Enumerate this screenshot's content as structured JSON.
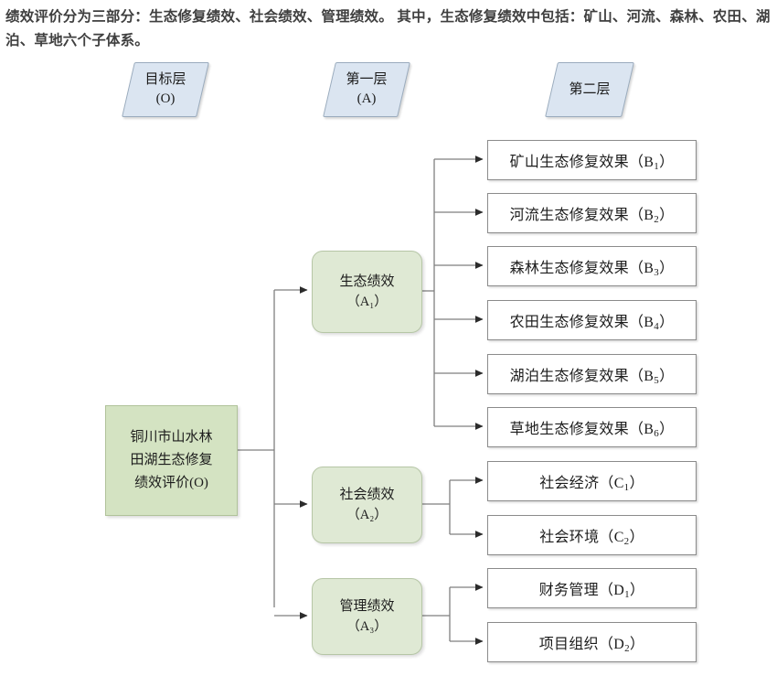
{
  "caption": "绩效评价分为三部分：生态修复绩效、社会绩效、管理绩效。 其中，生态修复绩效中包括：矿山、河流、森林、农田、湖泊、草地六个子体系。",
  "colors": {
    "header_fill": "#dbe5f1",
    "header_stroke": "#9aabbd",
    "node_fill": "#dfe9d4",
    "root_fill": "#d4e3c2",
    "node_stroke": "#b6c6a6",
    "leaf_fill": "#ffffff",
    "leaf_stroke": "#8b8b8b",
    "connector": "#7f7f7f"
  },
  "header_labels": [
    {
      "line1": "目标层",
      "line2": "(O)"
    },
    {
      "line1": "第一层",
      "line2": "(A)"
    },
    {
      "line1": "第二层",
      "line2": ""
    }
  ],
  "root": {
    "line1": "铜川市山水林",
    "line2": "田湖生态修复",
    "line3": "绩效评价(O)",
    "code": "O"
  },
  "level_a": [
    {
      "label": "生态绩效",
      "code": "A",
      "index": "1",
      "sub": "（A₁）"
    },
    {
      "label": "社会绩效",
      "code": "A",
      "index": "2",
      "sub": "（A₂）"
    },
    {
      "label": "管理绩效",
      "code": "A",
      "index": "3",
      "sub": "（A₃）"
    }
  ],
  "level_b": {
    "ecological": [
      {
        "label": "矿山生态修复效果",
        "code": "B",
        "index": "1"
      },
      {
        "label": "河流生态修复效果",
        "code": "B",
        "index": "2"
      },
      {
        "label": "森林生态修复效果",
        "code": "B",
        "index": "3"
      },
      {
        "label": "农田生态修复效果",
        "code": "B",
        "index": "4"
      },
      {
        "label": "湖泊生态修复效果",
        "code": "B",
        "index": "5"
      },
      {
        "label": "草地生态修复效果",
        "code": "B",
        "index": "6"
      }
    ],
    "social": [
      {
        "label": "社会经济",
        "code": "C",
        "index": "1"
      },
      {
        "label": "社会环境",
        "code": "C",
        "index": "2"
      }
    ],
    "management": [
      {
        "label": "财务管理",
        "code": "D",
        "index": "1"
      },
      {
        "label": "项目组织",
        "code": "D",
        "index": "2"
      }
    ]
  }
}
